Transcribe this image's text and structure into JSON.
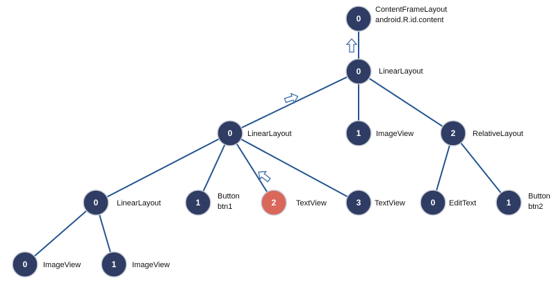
{
  "colors": {
    "node_fill": "#2f3c63",
    "highlight_fill": "#d9685a",
    "edge": "#23548f"
  },
  "nodes": [
    {
      "id": "content",
      "index": "0",
      "label": [
        "ContentFrameLayout",
        "android.R.id.content"
      ],
      "highlight": false
    },
    {
      "id": "ll-root",
      "index": "0",
      "label": [
        "LinearLayout"
      ],
      "highlight": false
    },
    {
      "id": "ll-child",
      "index": "0",
      "label": [
        "LinearLayout"
      ],
      "highlight": false
    },
    {
      "id": "iv-top",
      "index": "1",
      "label": [
        "ImageView"
      ],
      "highlight": false
    },
    {
      "id": "rl",
      "index": "2",
      "label": [
        "RelativeLayout"
      ],
      "highlight": false
    },
    {
      "id": "ll-inner",
      "index": "0",
      "label": [
        "LinearLayout"
      ],
      "highlight": false
    },
    {
      "id": "btn1",
      "index": "1",
      "label": [
        "Button",
        "btn1"
      ],
      "highlight": false
    },
    {
      "id": "tv-highlight",
      "index": "2",
      "label": [
        "TextView"
      ],
      "highlight": true
    },
    {
      "id": "tv-3",
      "index": "3",
      "label": [
        "TextView"
      ],
      "highlight": false
    },
    {
      "id": "edittext",
      "index": "0",
      "label": [
        "EditText"
      ],
      "highlight": false
    },
    {
      "id": "btn2",
      "index": "1",
      "label": [
        "Button",
        "btn2"
      ],
      "highlight": false
    },
    {
      "id": "iv-0",
      "index": "0",
      "label": [
        "ImageView"
      ],
      "highlight": false
    },
    {
      "id": "iv-1",
      "index": "1",
      "label": [
        "ImageView"
      ],
      "highlight": false
    }
  ],
  "edges": [
    [
      "content",
      "ll-root"
    ],
    [
      "ll-root",
      "ll-child"
    ],
    [
      "ll-root",
      "iv-top"
    ],
    [
      "ll-root",
      "rl"
    ],
    [
      "ll-child",
      "ll-inner"
    ],
    [
      "ll-child",
      "btn1"
    ],
    [
      "ll-child",
      "tv-highlight"
    ],
    [
      "ll-child",
      "tv-3"
    ],
    [
      "rl",
      "edittext"
    ],
    [
      "rl",
      "btn2"
    ],
    [
      "ll-inner",
      "iv-0"
    ],
    [
      "ll-inner",
      "iv-1"
    ]
  ],
  "arrows": [
    {
      "id": "up",
      "icon": "hollow-arrow-up-icon"
    },
    {
      "id": "right",
      "icon": "hollow-arrow-right-icon"
    },
    {
      "id": "upleft",
      "icon": "hollow-arrow-up-left-icon"
    }
  ]
}
